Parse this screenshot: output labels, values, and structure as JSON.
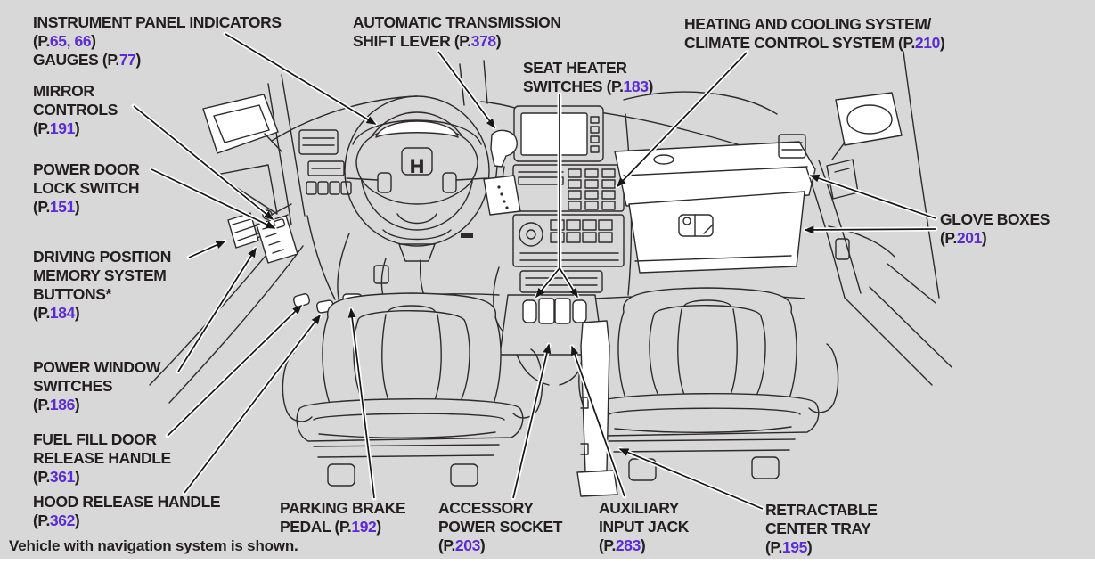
{
  "colors": {
    "panel_background": "#d8d8d8",
    "label_ink": "#231f20",
    "page_reference": "#5b2bd6",
    "line_art": "#2e2a2b"
  },
  "diagram": {
    "description": "Vehicle interior instrument panel callout illustration",
    "logo_letter": "H"
  },
  "footnote": "Vehicle with navigation system is shown.",
  "labels": {
    "instrument_panel": {
      "lines": [
        [
          {
            "t": "INSTRUMENT PANEL INDICATORS",
            "c": "ink"
          }
        ],
        [
          {
            "t": "(P.",
            "c": "ink"
          },
          {
            "t": "65, 66",
            "c": "ref"
          },
          {
            "t": ")",
            "c": "ink"
          }
        ],
        [
          {
            "t": "GAUGES (P.",
            "c": "ink"
          },
          {
            "t": "77",
            "c": "ref"
          },
          {
            "t": ")",
            "c": "ink"
          }
        ]
      ]
    },
    "shift_lever": {
      "lines": [
        [
          {
            "t": "AUTOMATIC TRANSMISSION",
            "c": "ink"
          }
        ],
        [
          {
            "t": "SHIFT LEVER (P.",
            "c": "ink"
          },
          {
            "t": "378",
            "c": "ref"
          },
          {
            "t": ")",
            "c": "ink"
          }
        ]
      ]
    },
    "heating_cooling": {
      "lines": [
        [
          {
            "t": "HEATING AND COOLING SYSTEM/",
            "c": "ink"
          }
        ],
        [
          {
            "t": "CLIMATE CONTROL SYSTEM (P.",
            "c": "ink"
          },
          {
            "t": "210",
            "c": "ref"
          },
          {
            "t": ")",
            "c": "ink"
          }
        ]
      ]
    },
    "seat_heater": {
      "lines": [
        [
          {
            "t": "SEAT HEATER",
            "c": "ink"
          }
        ],
        [
          {
            "t": "SWITCHES (P.",
            "c": "ink"
          },
          {
            "t": "183",
            "c": "ref"
          },
          {
            "t": ")",
            "c": "ink"
          }
        ]
      ]
    },
    "mirror_controls": {
      "lines": [
        [
          {
            "t": "MIRROR",
            "c": "ink"
          }
        ],
        [
          {
            "t": "CONTROLS",
            "c": "ink"
          }
        ],
        [
          {
            "t": "(P.",
            "c": "ink"
          },
          {
            "t": "191",
            "c": "ref"
          },
          {
            "t": ")",
            "c": "ink"
          }
        ]
      ]
    },
    "power_door_lock": {
      "lines": [
        [
          {
            "t": "POWER DOOR",
            "c": "ink"
          }
        ],
        [
          {
            "t": "LOCK SWITCH",
            "c": "ink"
          }
        ],
        [
          {
            "t": "(P.",
            "c": "ink"
          },
          {
            "t": "151",
            "c": "ref"
          },
          {
            "t": ")",
            "c": "ink"
          }
        ]
      ]
    },
    "memory_buttons": {
      "lines": [
        [
          {
            "t": "DRIVING POSITION",
            "c": "ink"
          }
        ],
        [
          {
            "t": "MEMORY SYSTEM",
            "c": "ink"
          }
        ],
        [
          {
            "t": "BUTTONS*",
            "c": "ink"
          }
        ],
        [
          {
            "t": "(P.",
            "c": "ink"
          },
          {
            "t": "184",
            "c": "ref"
          },
          {
            "t": ")",
            "c": "ink"
          }
        ]
      ]
    },
    "power_window": {
      "lines": [
        [
          {
            "t": "POWER WINDOW",
            "c": "ink"
          }
        ],
        [
          {
            "t": "SWITCHES",
            "c": "ink"
          }
        ],
        [
          {
            "t": "(P.",
            "c": "ink"
          },
          {
            "t": "186",
            "c": "ref"
          },
          {
            "t": ")",
            "c": "ink"
          }
        ]
      ]
    },
    "fuel_fill": {
      "lines": [
        [
          {
            "t": "FUEL FILL DOOR",
            "c": "ink"
          }
        ],
        [
          {
            "t": "RELEASE HANDLE",
            "c": "ink"
          }
        ],
        [
          {
            "t": "(P.",
            "c": "ink"
          },
          {
            "t": "361",
            "c": "ref"
          },
          {
            "t": ")",
            "c": "ink"
          }
        ]
      ]
    },
    "hood_release": {
      "lines": [
        [
          {
            "t": "HOOD RELEASE HANDLE",
            "c": "ink"
          }
        ],
        [
          {
            "t": "(P.",
            "c": "ink"
          },
          {
            "t": "362",
            "c": "ref"
          },
          {
            "t": ")",
            "c": "ink"
          }
        ]
      ]
    },
    "parking_brake": {
      "lines": [
        [
          {
            "t": "PARKING BRAKE",
            "c": "ink"
          }
        ],
        [
          {
            "t": "PEDAL (P.",
            "c": "ink"
          },
          {
            "t": "192",
            "c": "ref"
          },
          {
            "t": ")",
            "c": "ink"
          }
        ]
      ]
    },
    "accessory_socket": {
      "lines": [
        [
          {
            "t": "ACCESSORY",
            "c": "ink"
          }
        ],
        [
          {
            "t": "POWER SOCKET",
            "c": "ink"
          }
        ],
        [
          {
            "t": "(P.",
            "c": "ink"
          },
          {
            "t": "203",
            "c": "ref"
          },
          {
            "t": ")",
            "c": "ink"
          }
        ]
      ]
    },
    "aux_input": {
      "lines": [
        [
          {
            "t": "AUXILIARY",
            "c": "ink"
          }
        ],
        [
          {
            "t": "INPUT JACK",
            "c": "ink"
          }
        ],
        [
          {
            "t": "(P.",
            "c": "ink"
          },
          {
            "t": "283",
            "c": "ref"
          },
          {
            "t": ")",
            "c": "ink"
          }
        ]
      ]
    },
    "center_tray": {
      "lines": [
        [
          {
            "t": "RETRACTABLE",
            "c": "ink"
          }
        ],
        [
          {
            "t": "CENTER TRAY",
            "c": "ink"
          }
        ],
        [
          {
            "t": "(P.",
            "c": "ink"
          },
          {
            "t": "195",
            "c": "ref"
          },
          {
            "t": ")",
            "c": "ink"
          }
        ]
      ]
    },
    "glove_boxes": {
      "lines": [
        [
          {
            "t": "GLOVE BOXES",
            "c": "ink"
          }
        ],
        [
          {
            "t": "(P.",
            "c": "ink"
          },
          {
            "t": "201",
            "c": "ref"
          },
          {
            "t": ")",
            "c": "ink"
          }
        ]
      ]
    }
  }
}
